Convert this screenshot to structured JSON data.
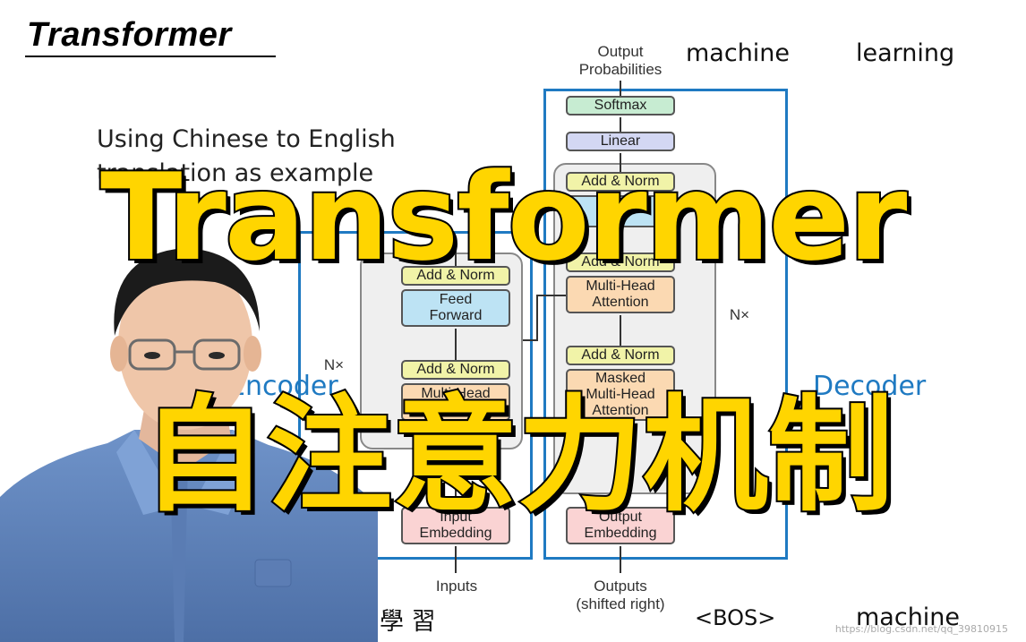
{
  "slide": {
    "title": "Transformer",
    "subtitle": "Using Chinese to English translation as example"
  },
  "words": {
    "top_1": "machine",
    "top_2": "learning",
    "bottom_left": "學 習",
    "bottom_bos": "<BOS>",
    "bottom_right": "machine"
  },
  "diagram": {
    "output_probabilities": "Output\nProbabilities",
    "softmax": "Softmax",
    "linear": "Linear",
    "add_norm": "Add & Norm",
    "feed_forward": "Feed\nForward",
    "multi_head_attention": "Multi-Head\nAttention",
    "masked_multi_head_attention": "Masked\nMulti-Head\nAttention",
    "input_embedding": "Input\nEmbedding",
    "output_embedding": "Output\nEmbedding",
    "inputs": "Inputs",
    "outputs": "Outputs\n(shifted right)",
    "nx_left": "N×",
    "nx_right": "N×",
    "encoder_label": "Encoder",
    "decoder_label": "Decoder"
  },
  "overlay": {
    "line1": "Transformer",
    "line2": "自注意力机制"
  },
  "watermark": "https://blog.csdn.net/qq_39810915",
  "colors": {
    "accent_blue": "#1f7ac2",
    "overlay_yellow": "#ffd500"
  }
}
